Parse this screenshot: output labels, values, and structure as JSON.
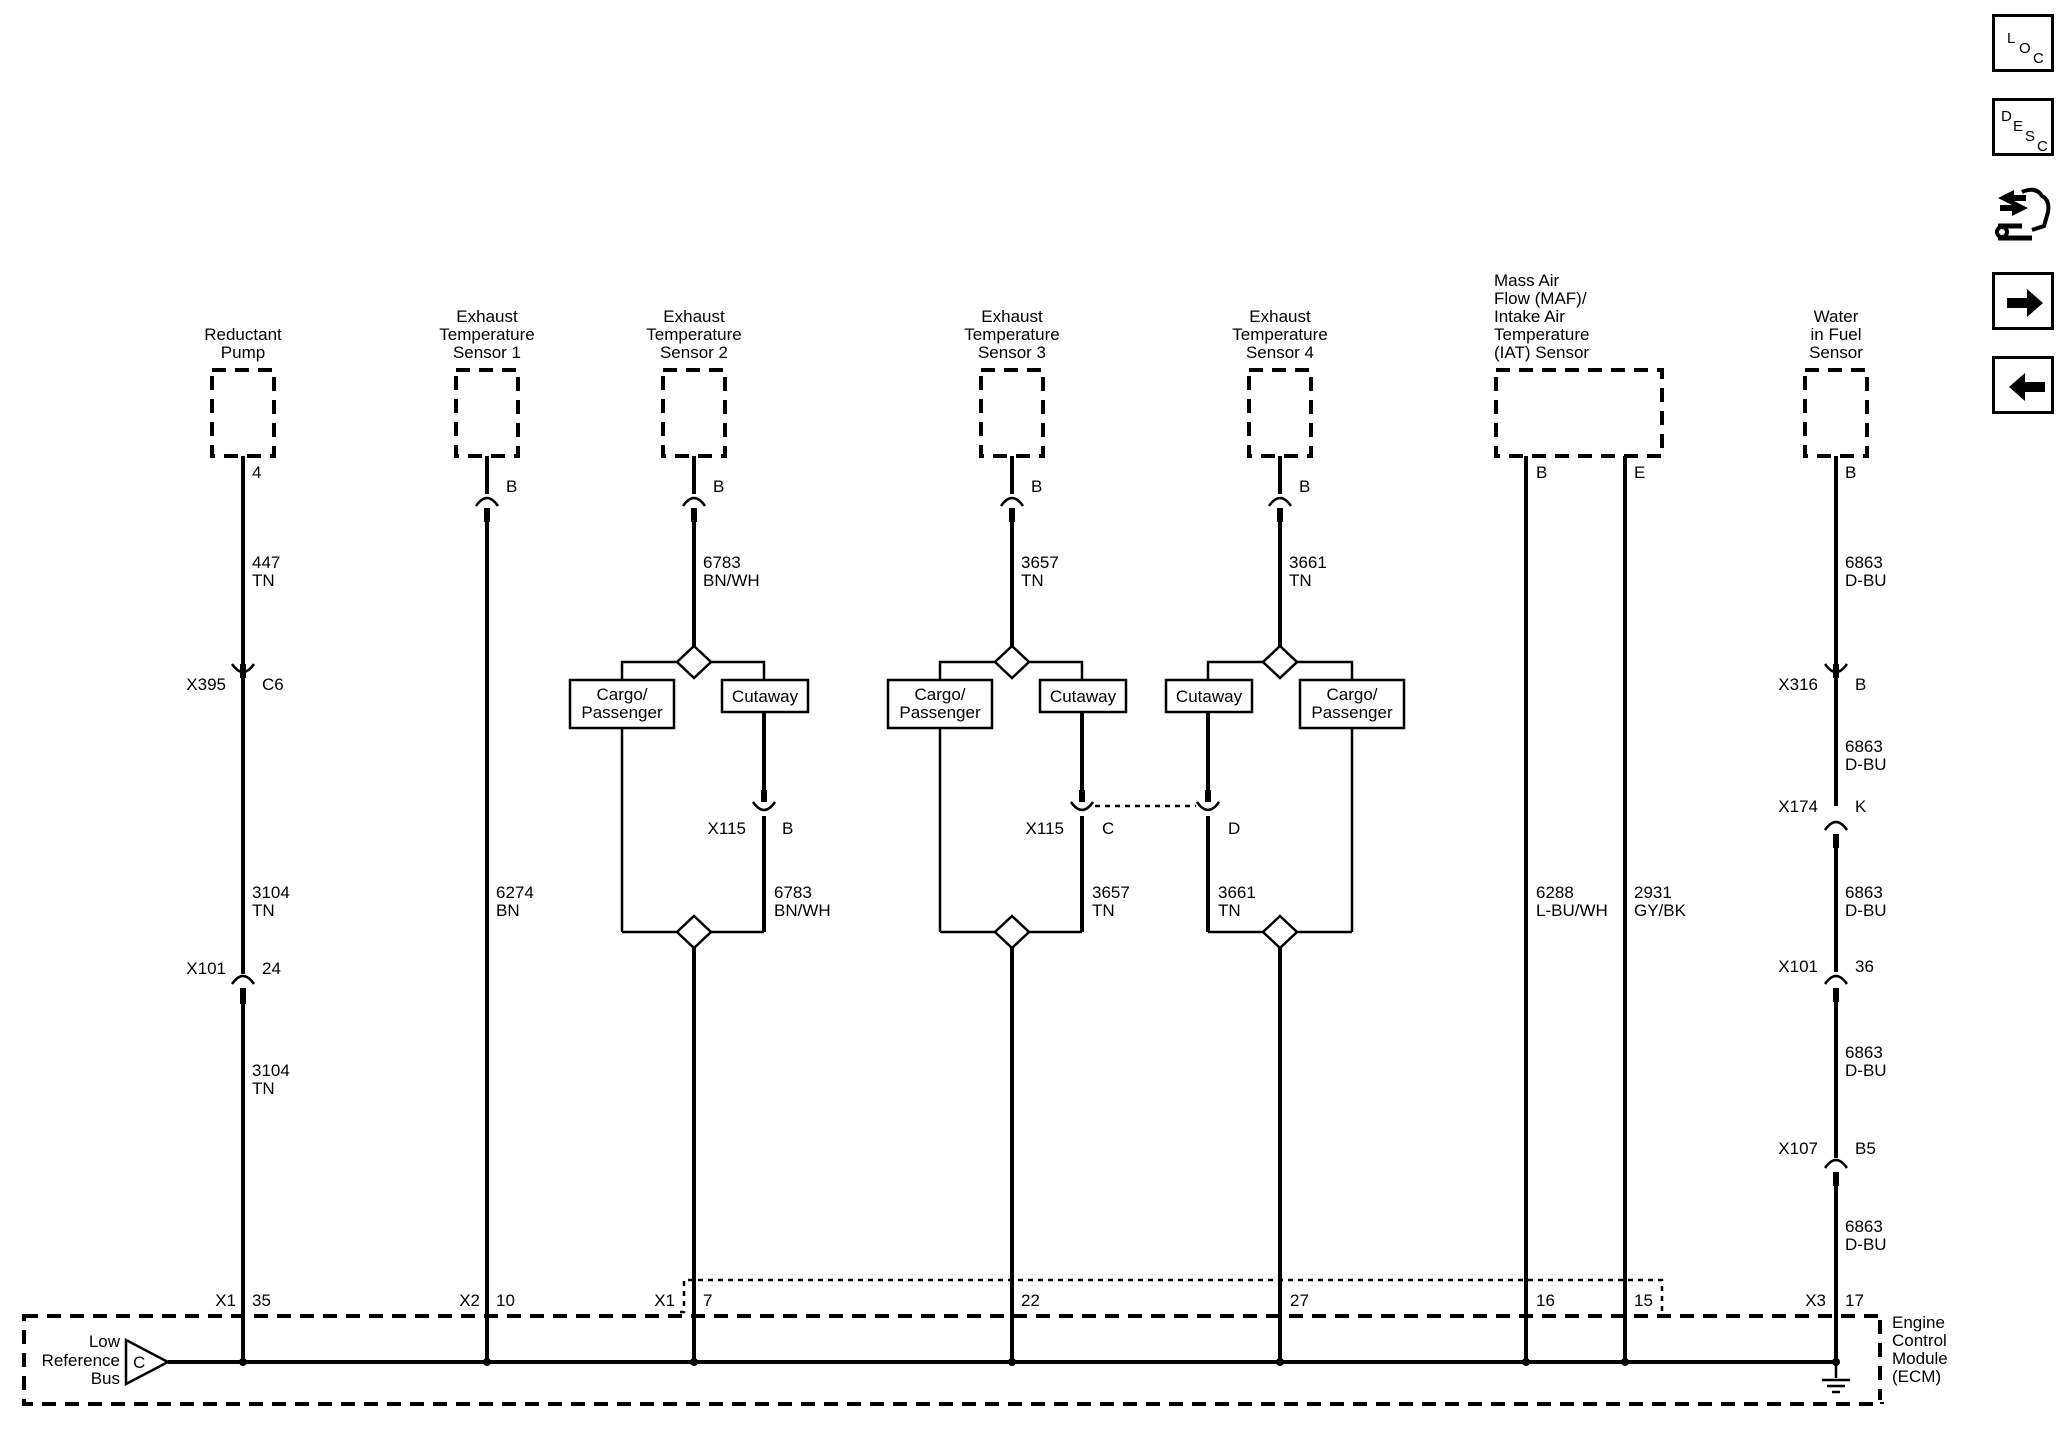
{
  "nav": {
    "loc": {
      "l1": "L",
      "l2": "O",
      "l3": "C"
    },
    "desc": {
      "l1": "D",
      "l2": "E",
      "l3": "S",
      "l4": "C"
    }
  },
  "components": {
    "reductant_pump": {
      "line1": "Reductant",
      "line2": "Pump",
      "pin": "4"
    },
    "ets1": {
      "line1": "Exhaust",
      "line2": "Temperature",
      "line3": "Sensor 1",
      "pin": "B"
    },
    "ets2": {
      "line1": "Exhaust",
      "line2": "Temperature",
      "line3": "Sensor 2",
      "pin": "B"
    },
    "ets3": {
      "line1": "Exhaust",
      "line2": "Temperature",
      "line3": "Sensor 3",
      "pin": "B"
    },
    "ets4": {
      "line1": "Exhaust",
      "line2": "Temperature",
      "line3": "Sensor 4",
      "pin": "B"
    },
    "maf": {
      "line1": "Mass Air",
      "line2": "Flow (MAF)/",
      "line3": "Intake Air",
      "line4": "Temperature",
      "line5": "(IAT) Sensor",
      "pin_b": "B",
      "pin_e": "E"
    },
    "wif": {
      "line1": "Water",
      "line2": "in Fuel",
      "line3": "Sensor",
      "pin": "B"
    }
  },
  "wires": {
    "rp_1": {
      "num": "447",
      "color": "TN"
    },
    "rp_2": {
      "num": "3104",
      "color": "TN"
    },
    "rp_3": {
      "num": "3104",
      "color": "TN"
    },
    "ets1": {
      "num": "6274",
      "color": "BN"
    },
    "ets2_top": {
      "num": "6783",
      "color": "BN/WH"
    },
    "ets2_bot": {
      "num": "6783",
      "color": "BN/WH"
    },
    "ets3_top": {
      "num": "3657",
      "color": "TN"
    },
    "ets3_bot": {
      "num": "3657",
      "color": "TN"
    },
    "ets4_top": {
      "num": "3661",
      "color": "TN"
    },
    "ets4_bot": {
      "num": "3661",
      "color": "TN"
    },
    "maf_b": {
      "num": "6288",
      "color": "L-BU/WH"
    },
    "maf_e": {
      "num": "2931",
      "color": "GY/BK"
    },
    "wif_1": {
      "num": "6863",
      "color": "D-BU"
    },
    "wif_2": {
      "num": "6863",
      "color": "D-BU"
    },
    "wif_3": {
      "num": "6863",
      "color": "D-BU"
    },
    "wif_4": {
      "num": "6863",
      "color": "D-BU"
    },
    "wif_5": {
      "num": "6863",
      "color": "D-BU"
    }
  },
  "connectors": {
    "x395": {
      "name": "X395",
      "pin": "C6"
    },
    "x101_rp": {
      "name": "X101",
      "pin": "24"
    },
    "x115_b": {
      "name": "X115",
      "pin": "B"
    },
    "x115_c": {
      "name": "X115",
      "pin": "C"
    },
    "x115_d": {
      "pin": "D"
    },
    "x316": {
      "name": "X316",
      "pin": "B"
    },
    "x174": {
      "name": "X174",
      "pin": "K"
    },
    "x101_wif": {
      "name": "X101",
      "pin": "36"
    },
    "x107": {
      "name": "X107",
      "pin": "B5"
    }
  },
  "options": {
    "cargo": {
      "line1": "Cargo/",
      "line2": "Passenger"
    },
    "cutaway": "Cutaway"
  },
  "ecm": {
    "line1": "Engine",
    "line2": "Control",
    "line3": "Module",
    "line4": "(ECM)",
    "bus_line1": "Low",
    "bus_line2": "Reference",
    "bus_line3": "Bus",
    "bus_pin": "C",
    "pins": {
      "x1_35": {
        "conn": "X1",
        "pin": "35"
      },
      "x2_10": {
        "conn": "X2",
        "pin": "10"
      },
      "x1_7": {
        "conn": "X1",
        "pin": "7"
      },
      "p22": "22",
      "p27": "27",
      "p16": "16",
      "p15": "15",
      "x3_17": {
        "conn": "X3",
        "pin": "17"
      }
    }
  }
}
